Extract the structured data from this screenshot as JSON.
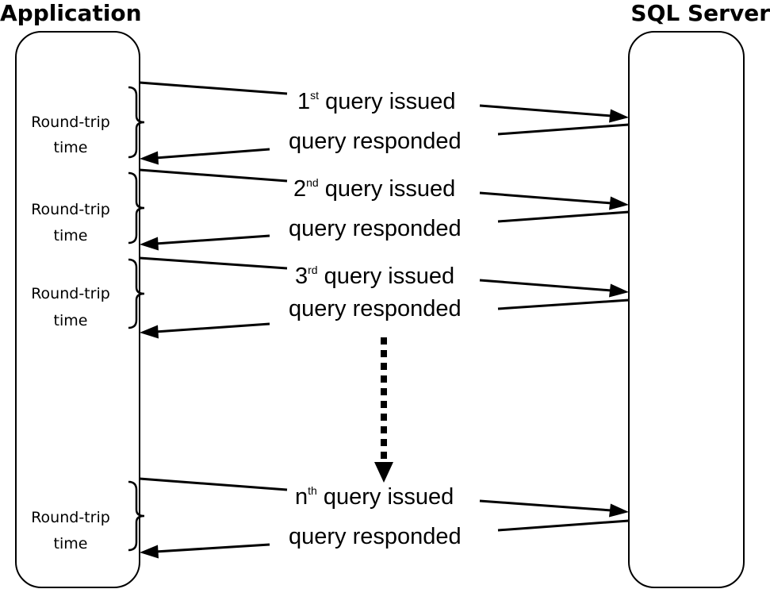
{
  "application_label": "Application",
  "server_label": "SQL Server",
  "exchanges": [
    {
      "issued": {
        "prefix": "1",
        "sup": "st",
        "suffix": " query issued"
      },
      "responded": "query responded",
      "round_trip": [
        "Round-trip",
        "time"
      ]
    },
    {
      "issued": {
        "prefix": "2",
        "sup": "nd",
        "suffix": " query issued"
      },
      "responded": "query responded",
      "round_trip": [
        "Round-trip",
        "time"
      ]
    },
    {
      "issued": {
        "prefix": "3",
        "sup": "rd",
        "suffix": " query issued"
      },
      "responded": "query responded",
      "round_trip": [
        "Round-trip",
        "time"
      ]
    },
    {
      "issued": {
        "prefix": "n",
        "sup": "th",
        "suffix": " query issued"
      },
      "responded": "query responded",
      "round_trip": [
        "Round-trip",
        "time"
      ]
    }
  ]
}
